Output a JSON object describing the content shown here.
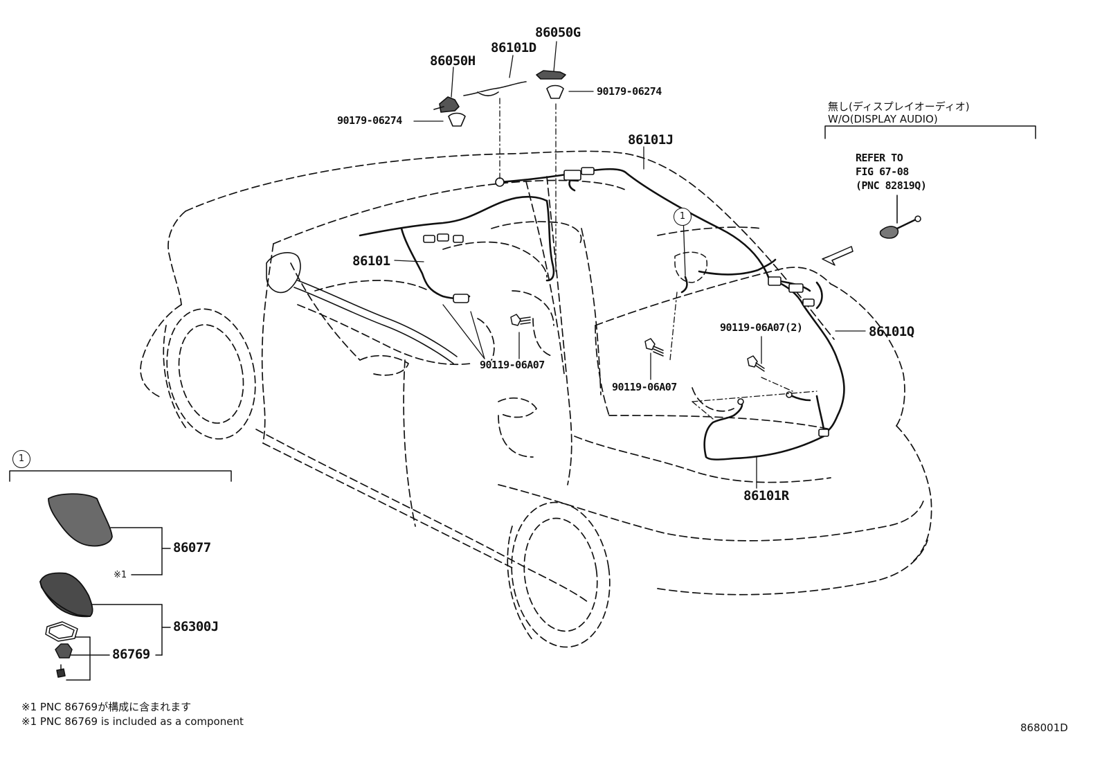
{
  "diagram_id": "868001D",
  "part_labels": {
    "p86050H": "86050H",
    "p86101D": "86101D",
    "p86050G": "86050G",
    "p90179_a": "90179-06274",
    "p90179_b": "90179-06274",
    "p86101J": "86101J",
    "p86101": "86101",
    "p86101Q": "86101Q",
    "p90119_2": "90119-06A07(2)",
    "p90119_a": "90119-06A07",
    "p90119_b": "90119-06A07",
    "p86101R": "86101R",
    "p86077": "86077",
    "p86300J": "86300J",
    "p86769": "86769"
  },
  "variant_box": {
    "jp_line": "無し(ディスプレイオーディオ)",
    "en_line": "W/O(DISPLAY AUDIO)",
    "refer_line1": "REFER TO",
    "refer_line2": "FIG 67-08",
    "refer_line3": "(PNC 82819Q)"
  },
  "callouts": {
    "circle_ref": "1",
    "circle_ref_detail": "1",
    "note_mark": "※1"
  },
  "footnotes": {
    "jp": "※1 PNC 86769が構成に含まれます",
    "en": "※1 PNC 86769 is included as a component"
  }
}
